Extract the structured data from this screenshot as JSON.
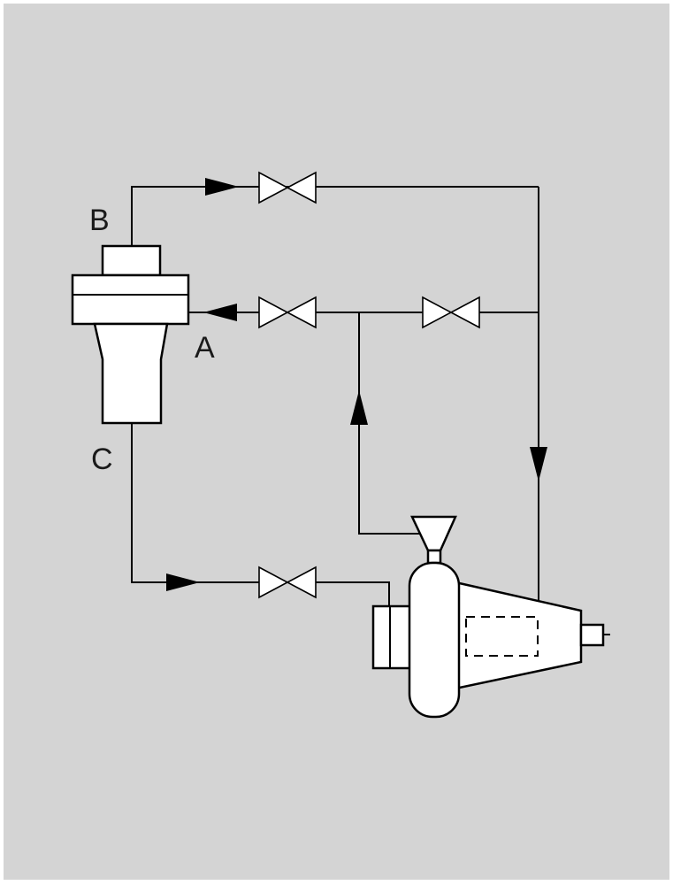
{
  "diagram": {
    "labels": {
      "port_b": "B",
      "port_a": "A",
      "port_c": "C"
    },
    "colors": {
      "background": "#d4d4d4",
      "frame": "#ffffff",
      "line": "#000000",
      "fill": "#ffffff"
    },
    "components": {
      "vessel": "separator-vessel",
      "pump": "centrifugal-pump",
      "valve_count": 4,
      "flow_arrow_count": 5
    }
  }
}
